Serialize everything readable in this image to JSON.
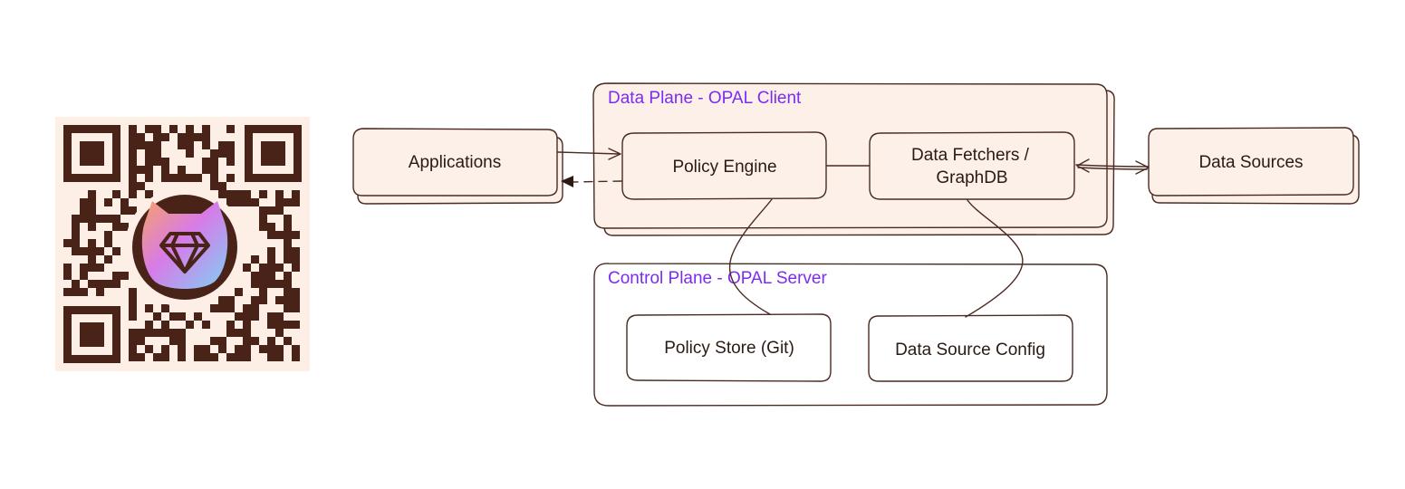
{
  "qr": {
    "logo_icon": "gem-cat-logo-icon"
  },
  "groups": {
    "data_plane": "Data Plane - OPAL Client",
    "control_plane": "Control Plane - OPAL Server"
  },
  "nodes": {
    "applications": "Applications",
    "policy_engine": "Policy Engine",
    "data_fetchers_line1": "Data Fetchers /",
    "data_fetchers_line2": "GraphDB",
    "data_sources": "Data Sources",
    "policy_store": "Policy Store (Git)",
    "data_source_config": "Data Source Config"
  },
  "colors": {
    "box_fill": "#fdf0e8",
    "stroke": "#4a2a22",
    "group_label": "#7c2cf0",
    "qr_background": "#fdeee6",
    "qr_module": "#4a2318"
  }
}
